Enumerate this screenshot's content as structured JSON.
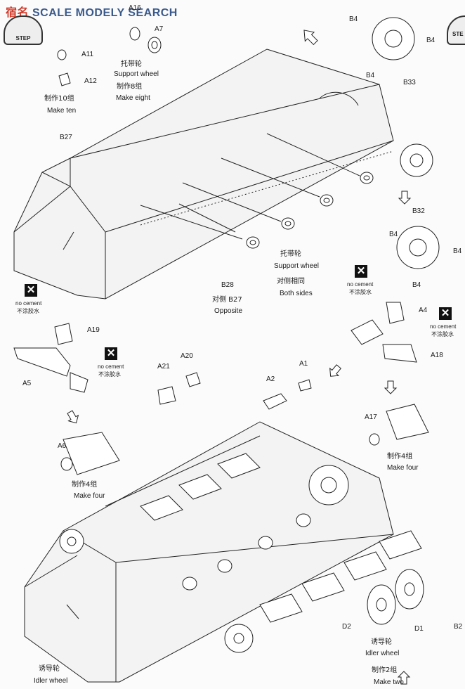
{
  "watermark": {
    "prefix": "宿名",
    "text": "SCALE MODEL",
    "mid": "Y",
    "suffix": "SEARCH"
  },
  "step_badge": {
    "left": "STEP",
    "right": "STE"
  },
  "parts": {
    "a16": "A16",
    "a7": "A7",
    "a11": "A11",
    "a12": "A12",
    "b27": "B27",
    "b28": "B28",
    "b4a": "B4",
    "b4b": "B4",
    "b4c": "B4",
    "b33": "B33",
    "b32": "B32",
    "b4d": "B4",
    "b4e": "B4",
    "b4f": "B4",
    "a4": "A4",
    "a18": "A18",
    "a19": "A19",
    "a5": "A5",
    "a21": "A21",
    "a20": "A20",
    "a1": "A1",
    "a2": "A2",
    "a17": "A17",
    "a6": "A6",
    "d2": "D2",
    "d1": "D1",
    "b2": "B2"
  },
  "notes": {
    "support_cn": "托带轮",
    "support_en": "Support wheel",
    "make_eight_cn": "制作8组",
    "make_eight_en": "Make eight",
    "make_ten_cn": "制作10组",
    "make_ten_en": "Make ten",
    "support2_cn": "托带轮",
    "support2_en": "Support wheel",
    "both_cn": "对侧相同",
    "both_en": "Both sides",
    "opp_cn": "对侧 B27",
    "opp_en": "Opposite",
    "make_four1_cn": "制作4组",
    "make_four1_en": "Make four",
    "make_four2_cn": "制作4组",
    "make_four2_en": "Make four",
    "idler_cn": "诱导轮",
    "idler_en": "Idler wheel",
    "make_two_cn": "制作2组",
    "make_two_en": "Make two",
    "idler2_cn": "诱导轮",
    "idler2_en": "Idler wheel"
  },
  "no_cement": {
    "en": "no cement",
    "cn": "不涂胶水",
    "mark": "✕"
  }
}
